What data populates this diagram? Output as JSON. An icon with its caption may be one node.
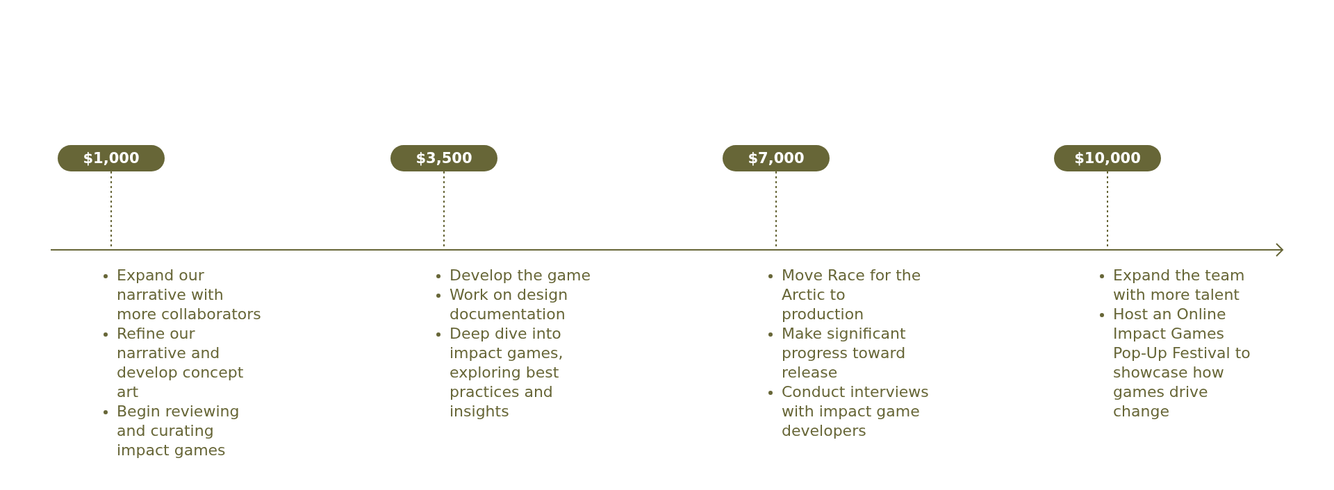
{
  "diagram": {
    "nodes": [
      {
        "text": [
          "$1,000"
        ],
        "beside": [
          "Expand our narrative with more collaborators",
          "Refine our narrative and develop concept art",
          "Begin reviewing and curating impact games"
        ]
      },
      {
        "text": [
          "$3,500"
        ],
        "beside": [
          "Develop the game",
          "Work on design documentation",
          "Deep dive into impact games, exploring best practices and insights"
        ]
      },
      {
        "text": [
          "$7,000"
        ],
        "beside": [
          "Move Race for the Arctic to production",
          "Make significant progress toward release",
          "Conduct interviews with impact game developers"
        ]
      },
      {
        "text": [
          "$10,000"
        ],
        "beside": [
          "Expand the team with more talent",
          "Host an Online Impact Games Pop-Up Festival to showcase how games drive change"
        ]
      }
    ],
    "edges": [
      {
        "from": 0,
        "to": null,
        "arrow": "none",
        "style": "dashed"
      },
      {
        "from": 1,
        "to": null,
        "arrow": "none",
        "style": "dashed"
      },
      {
        "from": 2,
        "to": null,
        "arrow": "none",
        "style": "dashed"
      },
      {
        "from": 3,
        "to": null,
        "arrow": "none",
        "style": "dashed"
      }
    ]
  }
}
